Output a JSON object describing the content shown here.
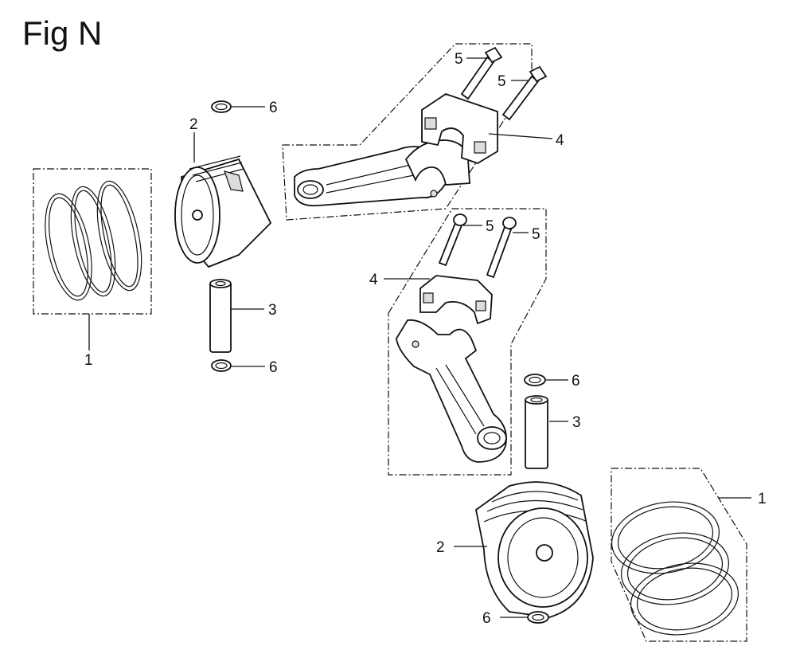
{
  "title": "Fig N",
  "labels": {
    "rings_left": "1",
    "piston_left": "2",
    "pin_left": "3",
    "rod_top": "4",
    "bolt_top_a": "5",
    "bolt_top_b": "5",
    "clip_left_top": "6",
    "clip_left_bottom": "6",
    "bolt_mid_a": "5",
    "bolt_mid_b": "5",
    "rod_mid": "4",
    "clip_right_top": "6",
    "pin_right": "3",
    "rings_right": "1",
    "piston_right": "2",
    "clip_right_bottom": "6"
  }
}
